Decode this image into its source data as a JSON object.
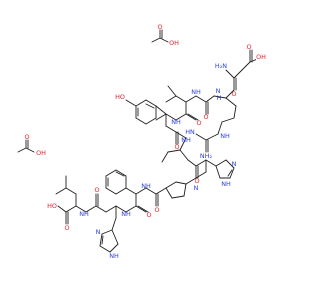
{
  "colors": {
    "bond": "#1f1f1f",
    "oxygen": "#e2232a",
    "nitrogen": "#2b3fd6",
    "background": "#ffffff"
  },
  "atom_labels": {
    "oh": "OH",
    "o": "O",
    "ho": "HO",
    "h2n": "H₂N",
    "nh2": "NH₂",
    "nh": "NH",
    "n": "N",
    "h": "H",
    "hn": "HN",
    "h_stereo": "H"
  },
  "molecules": {
    "acetic_acid_1": "acetic acid",
    "acetic_acid_2": "acetic acid",
    "peptide": "angiotensin-like peptide"
  }
}
